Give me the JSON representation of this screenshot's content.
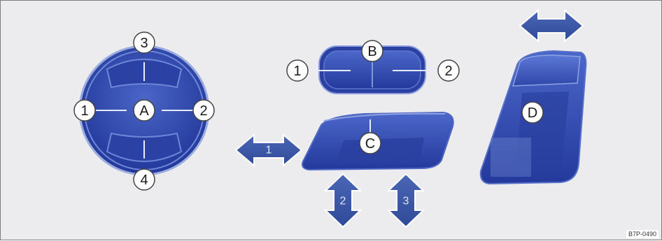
{
  "callouts": {
    "A": "A",
    "A1": "1",
    "A2": "2",
    "A3": "3",
    "A4": "4",
    "B": "B",
    "B1": "1",
    "B2": "2",
    "C": "C",
    "D": "D"
  },
  "arrows": {
    "horizontal_c": "1",
    "vertical_left": "2",
    "vertical_right": "3"
  },
  "document_code": "B7P-0490",
  "colors": {
    "background": "#ececee",
    "switch_blue": "#2e4ab3",
    "arrow_blue": "#3a58a8",
    "callout_fill": "#ffffff"
  }
}
